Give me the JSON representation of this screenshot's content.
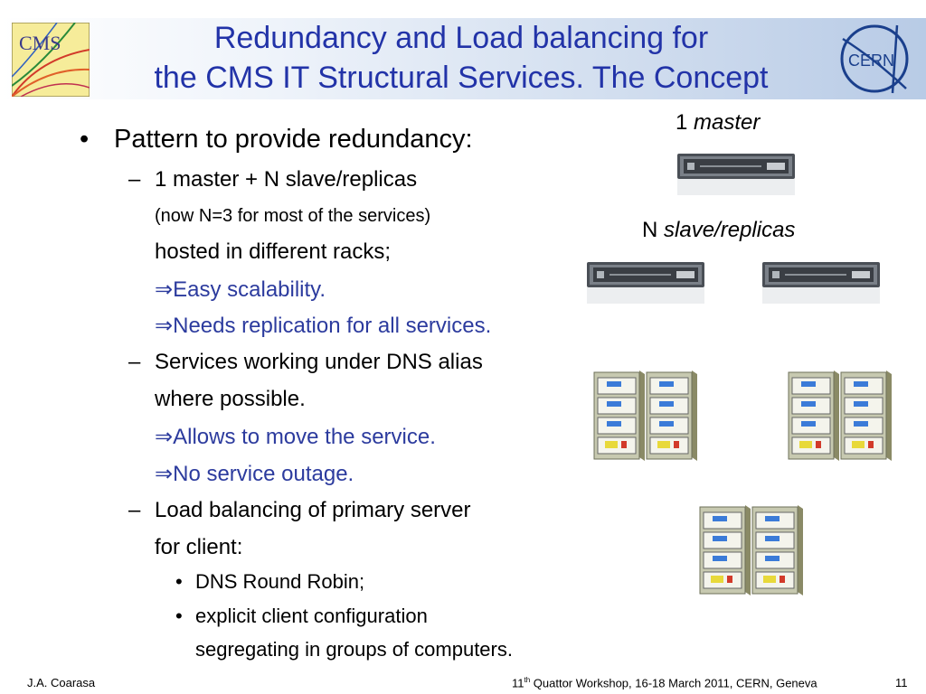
{
  "header": {
    "title_line1": "Redundancy and Load balancing for",
    "title_line2": "the CMS IT Structural Services. The Concept",
    "cms_logo_text": "CMS",
    "cern_logo_text": "CERN"
  },
  "content": {
    "bullet_char": "•",
    "dash_char": "–",
    "bullet1": "Pattern to provide redundancy:",
    "sub1": {
      "line1": "1 master + N slave/replicas",
      "line2": "(now N=3 for most of the services)",
      "line3": "hosted in different racks;",
      "imp1": "⇒Easy scalability.",
      "imp2": "⇒Needs replication for all services."
    },
    "sub2": {
      "line1": "Services working under DNS alias",
      "line2": "where possible.",
      "imp1": "⇒Allows to move the service.",
      "imp2": "⇒No service outage."
    },
    "sub3": {
      "line1": "Load balancing of primary server",
      "line2": "for client:",
      "b1": "DNS Round Robin;",
      "b2_line1": "explicit client configuration",
      "b2_line2": "segregating in groups of computers."
    }
  },
  "diagram": {
    "master_count": "1",
    "master_label": "master",
    "replica_count": "N",
    "replica_label": "slave/replicas",
    "icons": [
      "server-icon",
      "rack-icon"
    ]
  },
  "footer": {
    "author": "J.A. Coarasa",
    "event_prefix": "11",
    "event_sup": "th",
    "event_rest": " Quattor Workshop, 16-18 March 2011, CERN, Geneva",
    "page_number": "11"
  },
  "colors": {
    "title": "#2233a8",
    "implication_text": "#2c3b9e"
  }
}
